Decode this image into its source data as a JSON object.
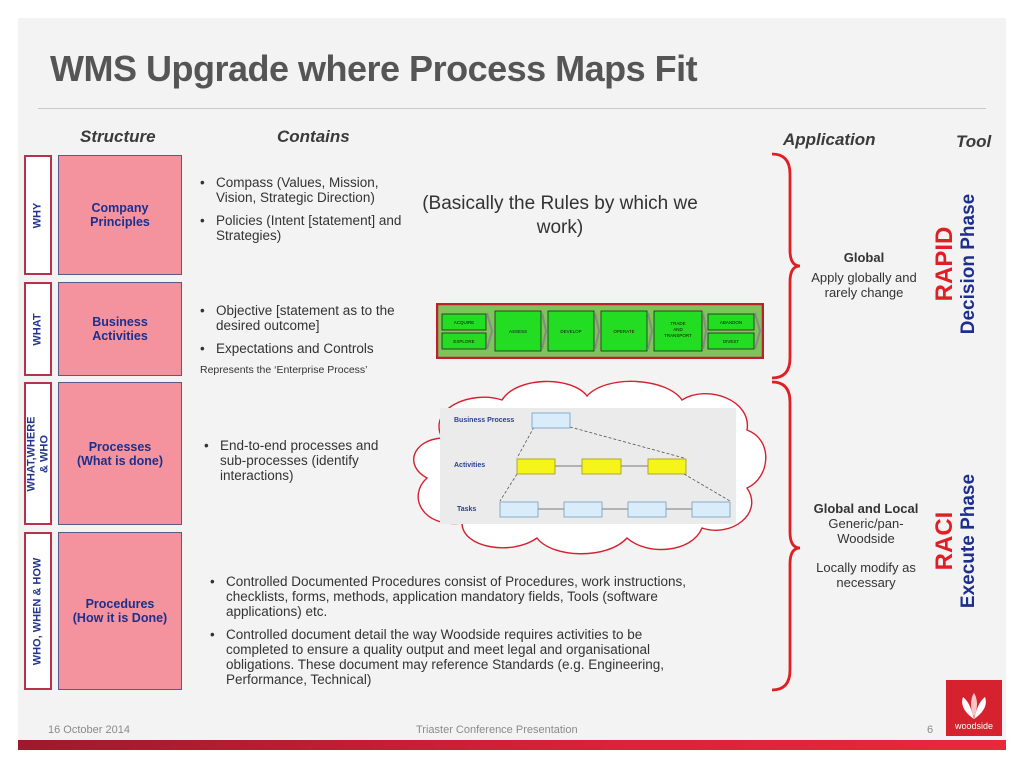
{
  "title": "WMS Upgrade where Process Maps Fit",
  "headers": {
    "structure": "Structure",
    "contains": "Contains",
    "application": "Application",
    "tool": "Tool"
  },
  "side_tabs": [
    "WHY",
    "WHAT",
    "WHAT,WHERE & WHO",
    "WHO, WHEN & HOW"
  ],
  "structure_boxes": [
    "Company\nPrinciples",
    "Business\nActivities",
    "Processes\n(What is done)",
    "Procedures\n(How it is Done)"
  ],
  "contains": {
    "principles": [
      "Compass (Values, Mission, Vision, Strategic Direction)",
      "Policies (Intent [statement] and Strategies)"
    ],
    "activities": [
      "Objective [statement as to the desired outcome]",
      "Expectations and Controls"
    ],
    "activities_note": "Represents the ‘Enterprise Process’",
    "processes": [
      "End-to-end processes and sub-processes (identify interactions)"
    ],
    "procedures": [
      "Controlled Documented  Procedures consist of Procedures, work instructions, checklists, forms, methods, application mandatory fields, Tools (software applications) etc.",
      "Controlled document detail the way Woodside requires activities to be completed to ensure a quality output and meet legal and organisational obligations. These document may reference Standards (e.g. Engineering, Performance, Technical)"
    ],
    "rules_note": "(Basically the Rules by which we work)"
  },
  "enterprise_process": {
    "top": [
      "ACQUIRE",
      "ASSESS",
      "DEVELOP",
      "OPERATE",
      "TRADE AND TRANSPORT",
      "ABANDON"
    ],
    "bottom": [
      "EXPLORE",
      "DIVEST"
    ]
  },
  "process_diagram": {
    "labels": [
      "Business Process",
      "Activities",
      "Tasks"
    ]
  },
  "application": {
    "global_title": "Global",
    "global_desc": "Apply globally and rarely change",
    "local_title": "Global and Local",
    "local_desc": "Generic/pan-Woodside",
    "local_note": "Locally modify as necessary"
  },
  "tools": {
    "rapid": "RAPID",
    "decision": "Decision Phase",
    "raci": "RACI",
    "execute": "Execute Phase"
  },
  "footer": {
    "date": "16 October 2014",
    "center": "Triaster Conference Presentation",
    "page": "6",
    "logo_text": "woodside"
  },
  "colors": {
    "accent_red": "#e01e24",
    "navy": "#1d2f8c",
    "pink": "#f4939e",
    "green": "#22dd22"
  }
}
